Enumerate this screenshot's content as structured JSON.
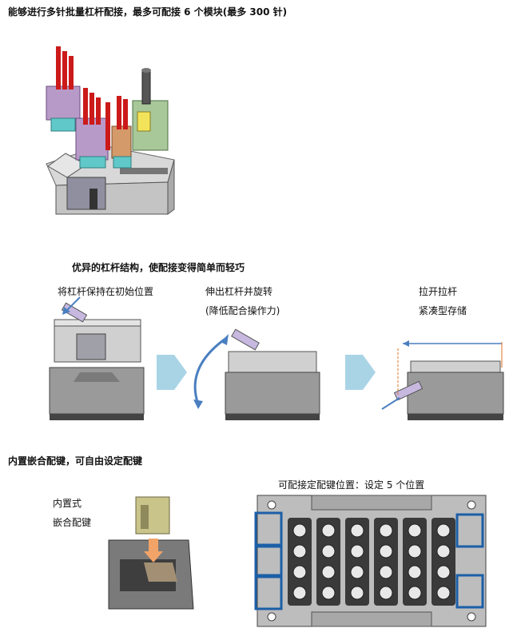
{
  "section1": {
    "heading": "能够进行多针批量杠杆配接，最多可配接 6 个模块(最多 300 针)"
  },
  "section2": {
    "heading": "优异的杠杆结构，使配接变得简单而轻巧",
    "step1_label": "将杠杆保持在初始位置",
    "step2_label_line1": "伸出杠杆并旋转",
    "step2_label_line2": "(降低配合操作力)",
    "step3_label_line1": "拉开拉杆",
    "step3_label_line2": "紧凑型存储"
  },
  "section3": {
    "heading": "内置嵌合配键，可自由设定配键",
    "left_label_line1": "内置式",
    "left_label_line2": "嵌合配键",
    "right_caption": "可配接定配键位置：设定 5 个位置"
  },
  "colors": {
    "arrow_blue": "#4a7fc0",
    "chevron_blue": "#a9d4e6",
    "highlight_blue": "#1c5fa8",
    "measure_orange": "#e07020",
    "pin_red": "#cc1a1a",
    "module_purple": "#b89ac8",
    "module_teal": "#60c8c8",
    "housing_gray": "#9a9a9a"
  }
}
